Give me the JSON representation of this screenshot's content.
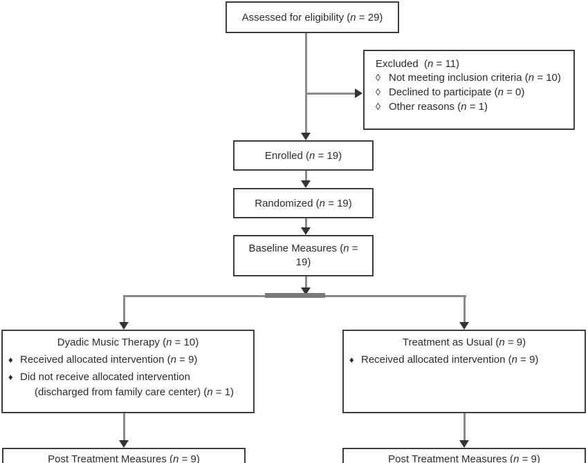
{
  "colors": {
    "background": "#ffffff",
    "box_border": "#3d3d3d",
    "box_fill": "#ffffff",
    "text": "#2b2b2b",
    "connector": "#8a8a8a",
    "connector_shadow": "#7a7a7a",
    "arrow": "#333333"
  },
  "boxes": {
    "assessed": {
      "pre": "Assessed for eligibility (",
      "n": "n",
      "post": " = 29)"
    },
    "excluded": {
      "title": {
        "pre": "Excluded  (",
        "n": "n",
        "post": " = 11)"
      },
      "bullet_glyph": "◊",
      "items": [
        {
          "pre": "Not meeting inclusion criteria (",
          "n": "n",
          "post": " = 10)"
        },
        {
          "pre": "Declined to participate (",
          "n": "n",
          "post": " = 0)"
        },
        {
          "pre": "Other reasons (",
          "n": "n",
          "post": " = 1)"
        }
      ]
    },
    "enrolled": {
      "pre": "Enrolled (",
      "n": "n",
      "post": " = 19)"
    },
    "randomized": {
      "pre": "Randomized (",
      "n": "n",
      "post": " = 19)"
    },
    "baseline": {
      "pre": "Baseline Measures (",
      "n": "n",
      "post": " = 19)"
    },
    "dyadic": {
      "title": {
        "pre": "Dyadic Music Therapy (",
        "n": "n",
        "post": " = 10)"
      },
      "bullet_glyph": "♦",
      "items": [
        {
          "pre": "Received allocated intervention (",
          "n": "n",
          "post": " = 9)"
        },
        {
          "pre": "Did not receive allocated intervention",
          "n": "",
          "post": ""
        },
        {
          "pre": "(discharged from family care center) (",
          "n": "n",
          "post": " = 1)"
        }
      ]
    },
    "tau": {
      "title": {
        "pre": "Treatment as Usual (",
        "n": "n",
        "post": " = 9)"
      },
      "bullet_glyph": "♦",
      "items": [
        {
          "pre": "Received allocated intervention (",
          "n": "n",
          "post": " = 9)"
        }
      ]
    },
    "post_left": {
      "pre": "Post Treatment Measures (",
      "n": "n",
      "post": " = 9)"
    },
    "post_right": {
      "pre": "Post Treatment Measures (",
      "n": "n",
      "post": " = 9)"
    }
  }
}
